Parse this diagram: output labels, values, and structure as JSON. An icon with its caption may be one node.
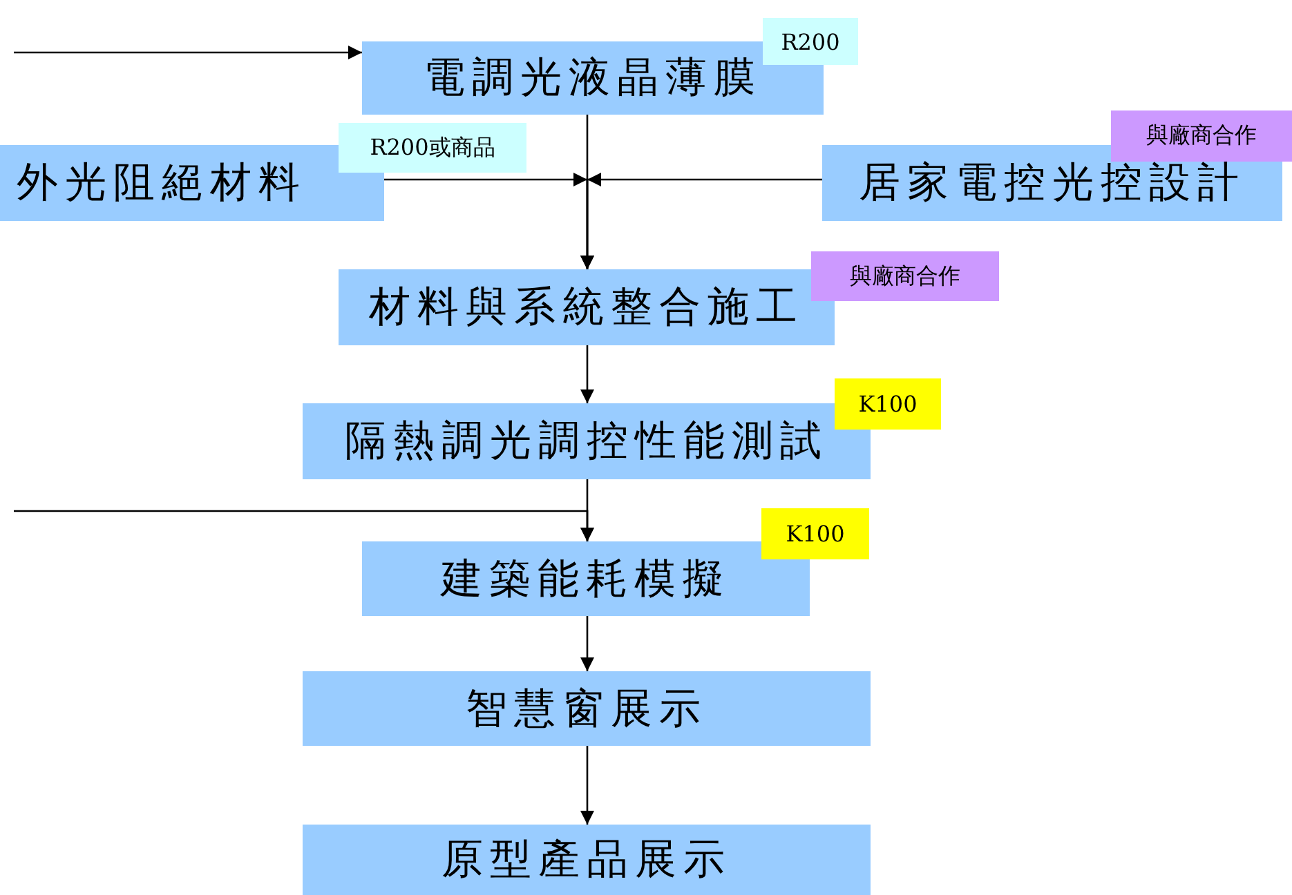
{
  "diagram": {
    "nodes": [
      {
        "text": [
          "電調光液晶薄膜"
        ]
      },
      {
        "text": [
          "R200"
        ]
      },
      {
        "text": [
          "外光阻絕材料"
        ]
      },
      {
        "text": [
          "R200或商品"
        ]
      },
      {
        "text": [
          "居家電控光控設計"
        ]
      },
      {
        "text": [
          "與廠商合作"
        ]
      },
      {
        "text": [
          "材料與系統整合施工"
        ]
      },
      {
        "text": [
          "與廠商合作"
        ]
      },
      {
        "text": [
          "隔熱調光調控性能測試"
        ]
      },
      {
        "text": [
          "K100"
        ]
      },
      {
        "text": [
          "建築能耗模擬"
        ]
      },
      {
        "text": [
          "K100"
        ]
      },
      {
        "text": [
          "智慧窗展示"
        ]
      },
      {
        "text": [
          "原型產品展示"
        ]
      }
    ],
    "edges": [
      {
        "from": null,
        "to": 0,
        "arrow": "to"
      },
      {
        "from": 0,
        "to": 6,
        "arrow": "to"
      },
      {
        "from": 2,
        "to": 6,
        "arrow": "to"
      },
      {
        "from": 4,
        "to": 6,
        "arrow": "to"
      },
      {
        "from": 6,
        "to": 8,
        "arrow": "to"
      },
      {
        "from": 8,
        "to": 10,
        "arrow": "to"
      },
      {
        "from": null,
        "to": 10,
        "arrow": "to"
      },
      {
        "from": 10,
        "to": 12,
        "arrow": "to"
      },
      {
        "from": 12,
        "to": 13,
        "arrow": "to"
      }
    ]
  }
}
